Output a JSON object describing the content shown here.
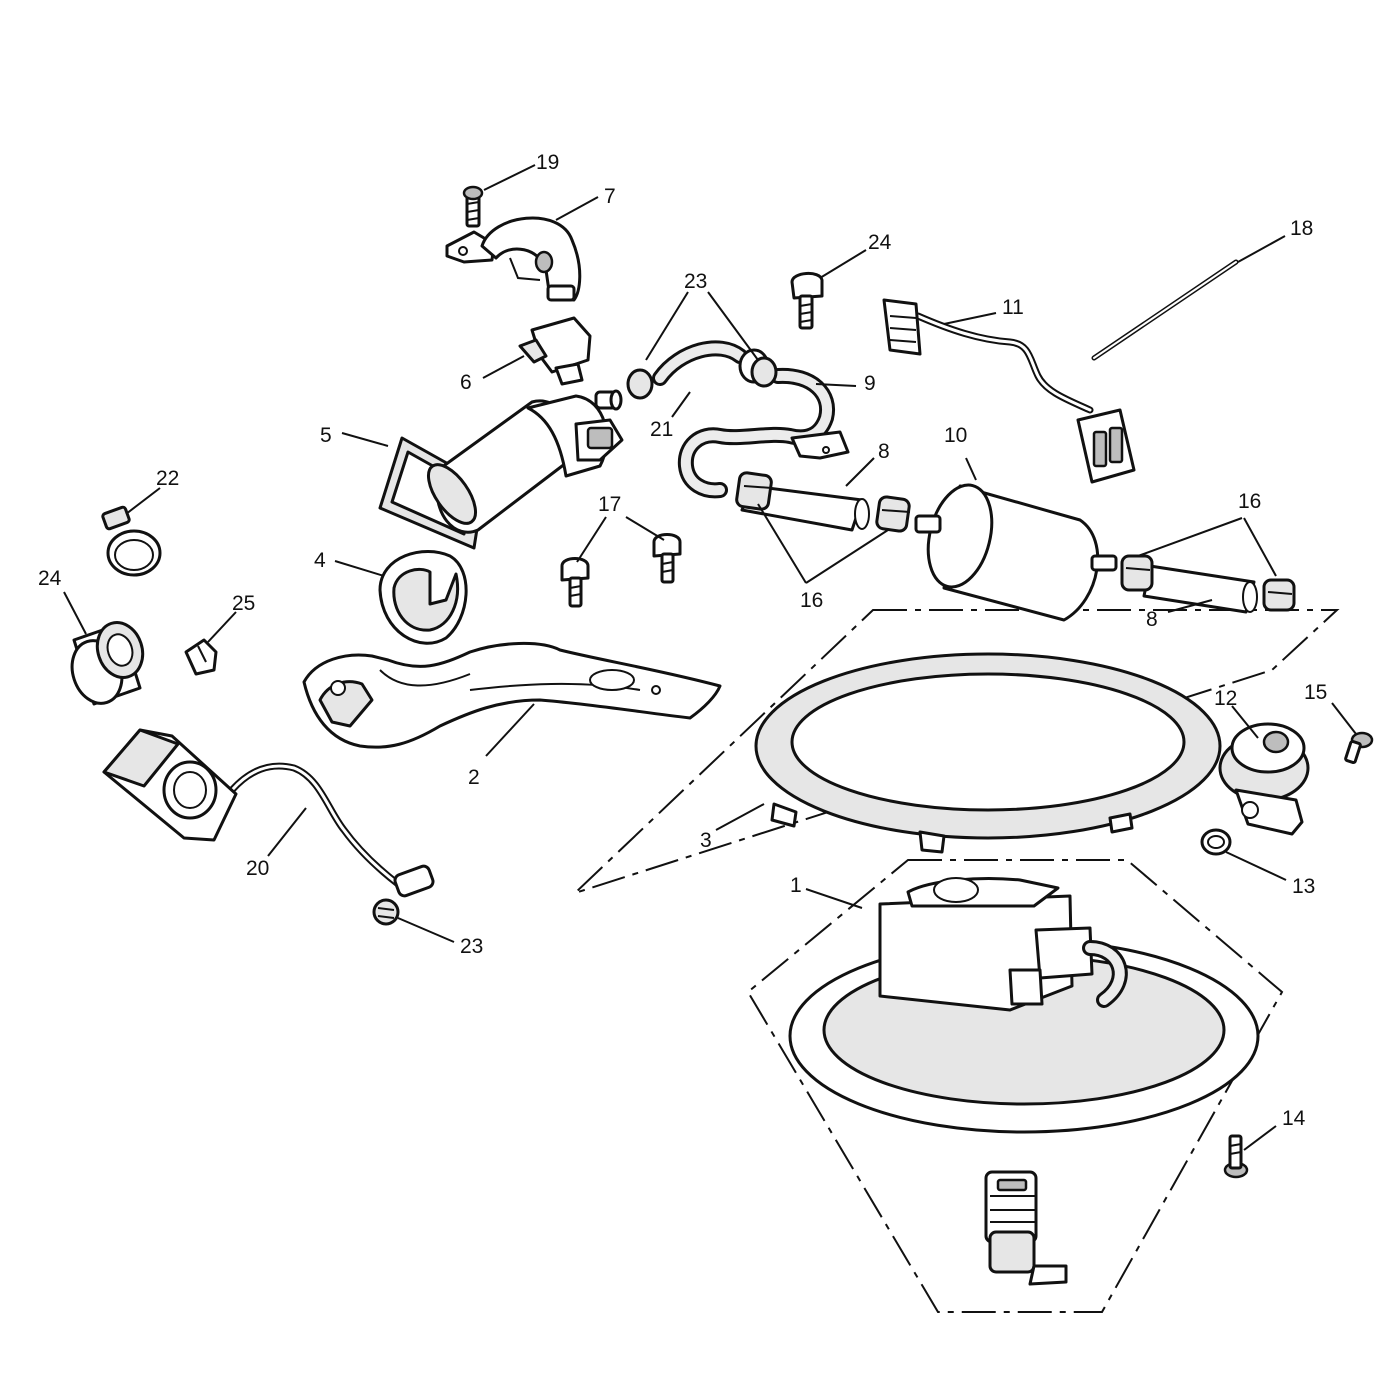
{
  "callouts": [
    {
      "id": "c1",
      "text": "1"
    },
    {
      "id": "c2",
      "text": "2"
    },
    {
      "id": "c3",
      "text": "3"
    },
    {
      "id": "c4",
      "text": "4"
    },
    {
      "id": "c5",
      "text": "5"
    },
    {
      "id": "c6",
      "text": "6"
    },
    {
      "id": "c7",
      "text": "7"
    },
    {
      "id": "c8a",
      "text": "8"
    },
    {
      "id": "c8b",
      "text": "8"
    },
    {
      "id": "c9",
      "text": "9"
    },
    {
      "id": "c10",
      "text": "10"
    },
    {
      "id": "c11",
      "text": "11"
    },
    {
      "id": "c12",
      "text": "12"
    },
    {
      "id": "c13",
      "text": "13"
    },
    {
      "id": "c14",
      "text": "14"
    },
    {
      "id": "c15",
      "text": "15"
    },
    {
      "id": "c16a",
      "text": "16"
    },
    {
      "id": "c16b",
      "text": "16"
    },
    {
      "id": "c17",
      "text": "17"
    },
    {
      "id": "c18",
      "text": "18"
    },
    {
      "id": "c19",
      "text": "19"
    },
    {
      "id": "c20",
      "text": "20"
    },
    {
      "id": "c21",
      "text": "21"
    },
    {
      "id": "c22",
      "text": "22"
    },
    {
      "id": "c23a",
      "text": "23"
    },
    {
      "id": "c23b",
      "text": "23"
    },
    {
      "id": "c24a",
      "text": "24"
    },
    {
      "id": "c24b",
      "text": "24"
    },
    {
      "id": "c25",
      "text": "25"
    }
  ]
}
